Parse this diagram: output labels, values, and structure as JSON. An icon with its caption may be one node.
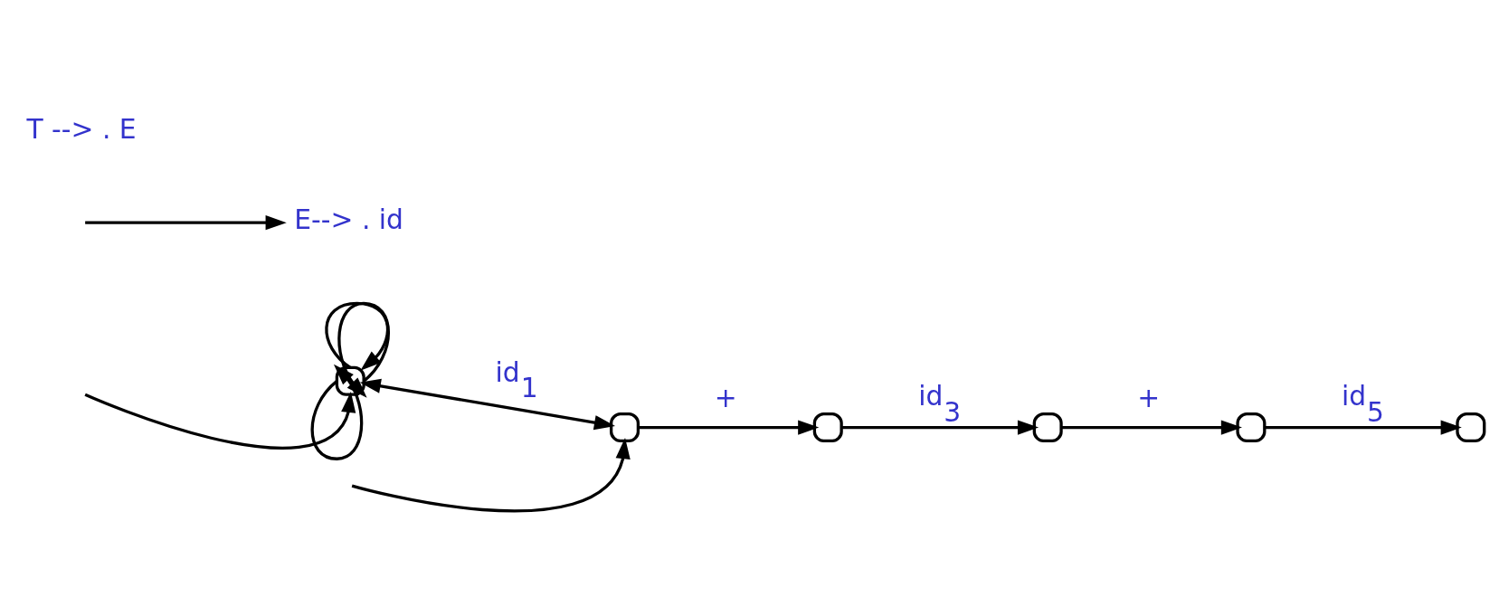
{
  "diagram": {
    "nodes": [
      {
        "text": [],
        "shape": "box"
      },
      {
        "text": [],
        "shape": "box"
      },
      {
        "text": [],
        "shape": "box"
      },
      {
        "text": [],
        "shape": "box"
      },
      {
        "text": [],
        "shape": "box"
      },
      {
        "text": [],
        "shape": "box"
      },
      {
        "text": [
          "E--> . id"
        ]
      }
    ],
    "edges": [
      {
        "from": 0,
        "to": 0,
        "arrow": "to"
      },
      {
        "from": 0,
        "to": 0,
        "arrow": "to"
      },
      {
        "from": 0,
        "to": 0,
        "arrow": "to"
      },
      {
        "from": 0,
        "to": 1,
        "arrow": "both",
        "label": "id$_{1}$"
      },
      {
        "from": 1,
        "to": 2,
        "arrow": "to",
        "label": "+"
      },
      {
        "from": 2,
        "to": 3,
        "arrow": "to",
        "label": "id$_{3}$"
      },
      {
        "from": 3,
        "to": 4,
        "arrow": "to",
        "label": "+"
      },
      {
        "from": 4,
        "to": 5,
        "arrow": "to",
        "label": "id$_{5}$"
      },
      {
        "from": null,
        "to": 6,
        "arrow": "to"
      },
      {
        "from": null,
        "to": 0,
        "arrow": "to"
      },
      {
        "from": null,
        "to": 1,
        "arrow": "to"
      }
    ],
    "labels": [
      "T --> . E"
    ]
  }
}
